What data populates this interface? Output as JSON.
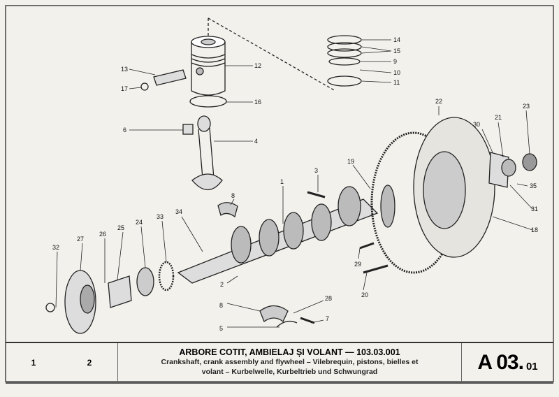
{
  "callouts": {
    "c14": "14",
    "c15": "15",
    "c9": "9",
    "c10": "10",
    "c11": "11",
    "c12": "12",
    "c13": "13",
    "c17": "17",
    "c16": "16",
    "c6": "6",
    "c4": "4",
    "c22": "22",
    "c21": "21",
    "c23": "23",
    "c30": "30",
    "c35": "35",
    "c31": "31",
    "c18": "18",
    "c19": "19",
    "c3": "3",
    "c1": "1",
    "c8a": "8",
    "c34": "34",
    "c33": "33",
    "c24": "24",
    "c25": "25",
    "c26": "26",
    "c27": "27",
    "c32": "32",
    "c29": "29",
    "c2": "2",
    "c8b": "8",
    "c28": "28",
    "c7": "7",
    "c5": "5",
    "c20": "20"
  },
  "title_block": {
    "page_left": "1",
    "page_right": "2",
    "title": "ARBORE COTIT, AMBIELAJ ȘI VOLANT — 103.03.001",
    "subtitle_line1": "Crankshaft, crank assembly and  flywheel – Vilebrequin, pistons, bielles et",
    "subtitle_line2": "volant – Kurbelwelle, Kurbeltrieb und Schwungrad",
    "code": "A 03.",
    "code_suffix": "01"
  }
}
